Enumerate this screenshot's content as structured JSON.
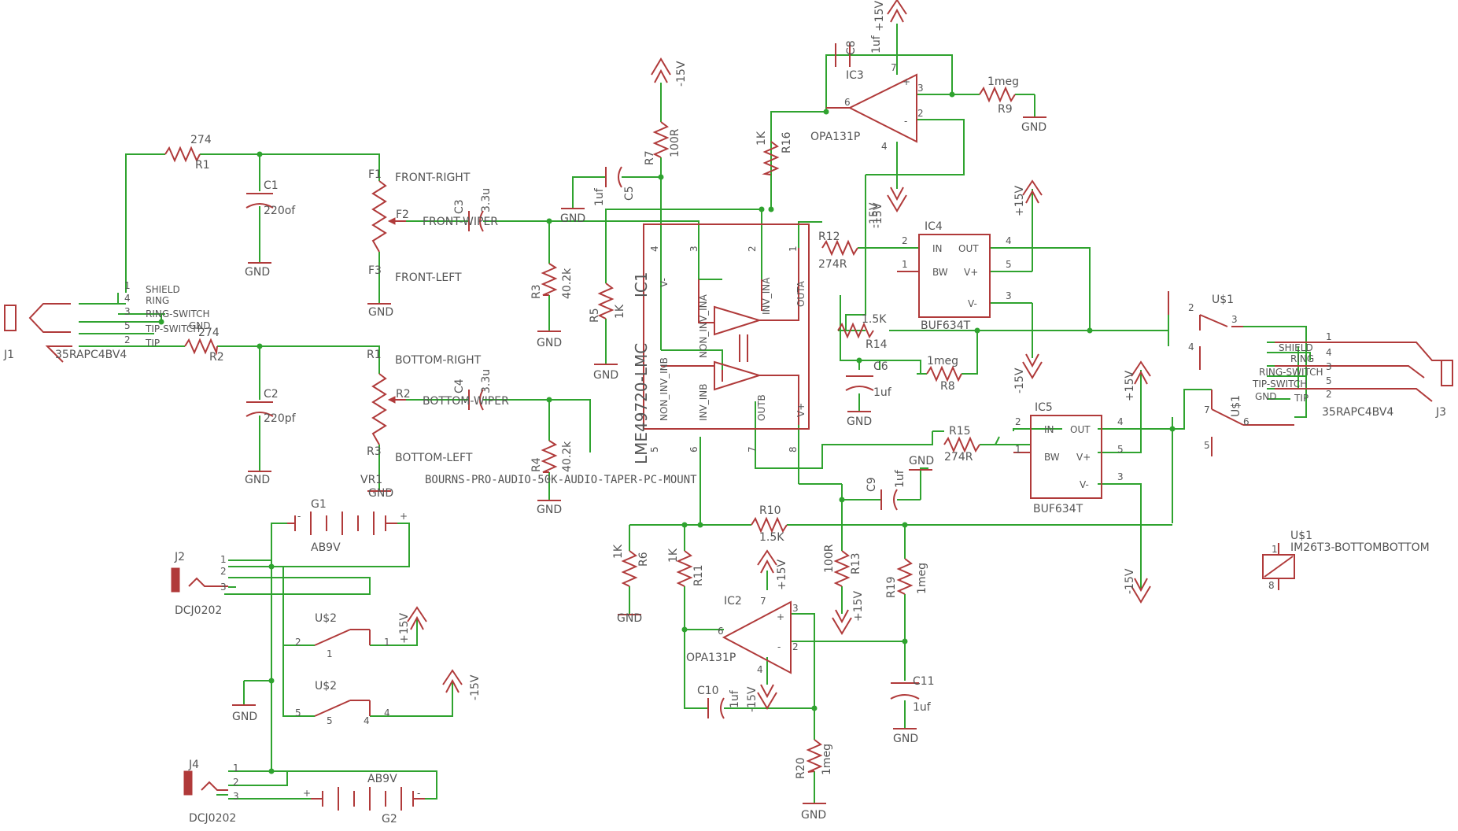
{
  "labels": {
    "j1": "J1",
    "j1_part": "35RAPC4BV4",
    "j3": "J3",
    "j3_part": "35RAPC4BV4",
    "j1_shield": "SHIELD",
    "j1_ring": "RING",
    "j1_ringsw": "RING-SWITCH",
    "j1_tipsw": "TIP-SWITCH",
    "j1_tip": "TIP",
    "j3_shield": "SHIELD",
    "j3_ring": "RING",
    "j3_ringsw": "RING-SWITCH",
    "j3_tipsw": "TIP-SWITCH",
    "j3_tip": "TIP",
    "r1_name": "R1",
    "r1_val": "274",
    "r2_name": "R2",
    "r2_val": "274",
    "c1_name": "C1",
    "c1_val": "220of",
    "c2_name": "C2",
    "c2_val": "220pf",
    "f1": "F1",
    "f2": "F2",
    "f3": "F3",
    "front_right": "FRONT-RIGHT",
    "front_wiper": "FRONT-WIPER",
    "front_left": "FRONT-LEFT",
    "r1p": "R1",
    "r2p": "R2",
    "r3p": "R3",
    "bottom_right": "BOTTOM-RIGHT",
    "bottom_wiper": "BOTTOM-WIPER",
    "bottom_left": "BOTTOM-LEFT",
    "vr1": "VR1",
    "bourns": "BOURNS-PRO-AUDIO-50K-AUDIO-TAPER-PC-MOUNT",
    "c3_name": "C3",
    "c3_val": "3.3u",
    "c4_name": "C4",
    "c4_val": "3.3u",
    "r3_name": "R3",
    "r3_val": "40.2k",
    "r4_name": "R4",
    "r4_val": "40.2k",
    "r5_name": "R5",
    "r5_val": "1K",
    "c5_name": "C5",
    "c5_val": "1uf",
    "r7_name": "R7",
    "r7_val": "100R",
    "minus15": "-15V",
    "plus15": "+15V",
    "ic1_name": "IC1",
    "ic1_part": "LME49720-LMC",
    "ic1_noninva": "NON_INV_INA",
    "ic1_inva": "INV_INA",
    "ic1_outa": "OUTA",
    "ic1_noninvb": "NON_INV_INB",
    "ic1_invb": "INV_INB",
    "ic1_outb": "OUTB",
    "ic1_vminus": "V-",
    "ic1_vplus": "V+",
    "pin1": "1",
    "pin2": "2",
    "pin3": "3",
    "pin4": "4",
    "pin5": "5",
    "pin6": "6",
    "pin7": "7",
    "pin8": "8",
    "ic3_name": "IC3",
    "ic3_part": "OPA131P",
    "c8_name": "C8",
    "c8_val": "1uf",
    "r9_name": "R9",
    "r9_val": "1meg",
    "r16_name": "R16",
    "r16_val": "1K",
    "ic4_name": "IC4",
    "ic4_part": "BUF634T",
    "ic5_name": "IC5",
    "ic5_part": "BUF634T",
    "buf_in": "IN",
    "buf_out": "OUT",
    "buf_bw": "BW",
    "buf_vplus": "V+",
    "buf_vminus": "V-",
    "r12_name": "R12",
    "r12_val": "274R",
    "r14_name": "R14",
    "r14_val": "1.5K",
    "c6_name": "C6",
    "c6_val": "1uf",
    "r8_name": "R8",
    "r8_val": "1meg",
    "r15_name": "R15",
    "r15_val": "274R",
    "c9_name": "C9",
    "c9_val": "1uf",
    "us1": "U$1",
    "us1_relay": "IM26T3-BOTTOMBOTTOM",
    "us2": "U$2",
    "r10_name": "R10",
    "r10_val": "1.5K",
    "r6_name": "R6",
    "r6_val": "1K",
    "r11_name": "R11",
    "r11_val": "1K",
    "r13_name": "R13",
    "r13_val": "100R",
    "r19_name": "R19",
    "r19_val": "1meg",
    "ic2_name": "IC2",
    "ic2_part": "OPA131P",
    "c10_name": "C10",
    "c10_val": "1uf",
    "c11_name": "C11",
    "c11_val": "1uf",
    "r20_name": "R20",
    "r20_val": "1meg",
    "g1": "G1",
    "g1_part": "AB9V",
    "g2": "G2",
    "g2_part": "AB9V",
    "j2": "J2",
    "j2_part": "DCJ0202",
    "j4": "J4",
    "j4_part": "DCJ0202",
    "gnd": "GND",
    "plus": "+",
    "minus": "-"
  },
  "colors": {
    "wire": "#2fa32f",
    "part": "#b03a3a",
    "text": "#555555"
  }
}
